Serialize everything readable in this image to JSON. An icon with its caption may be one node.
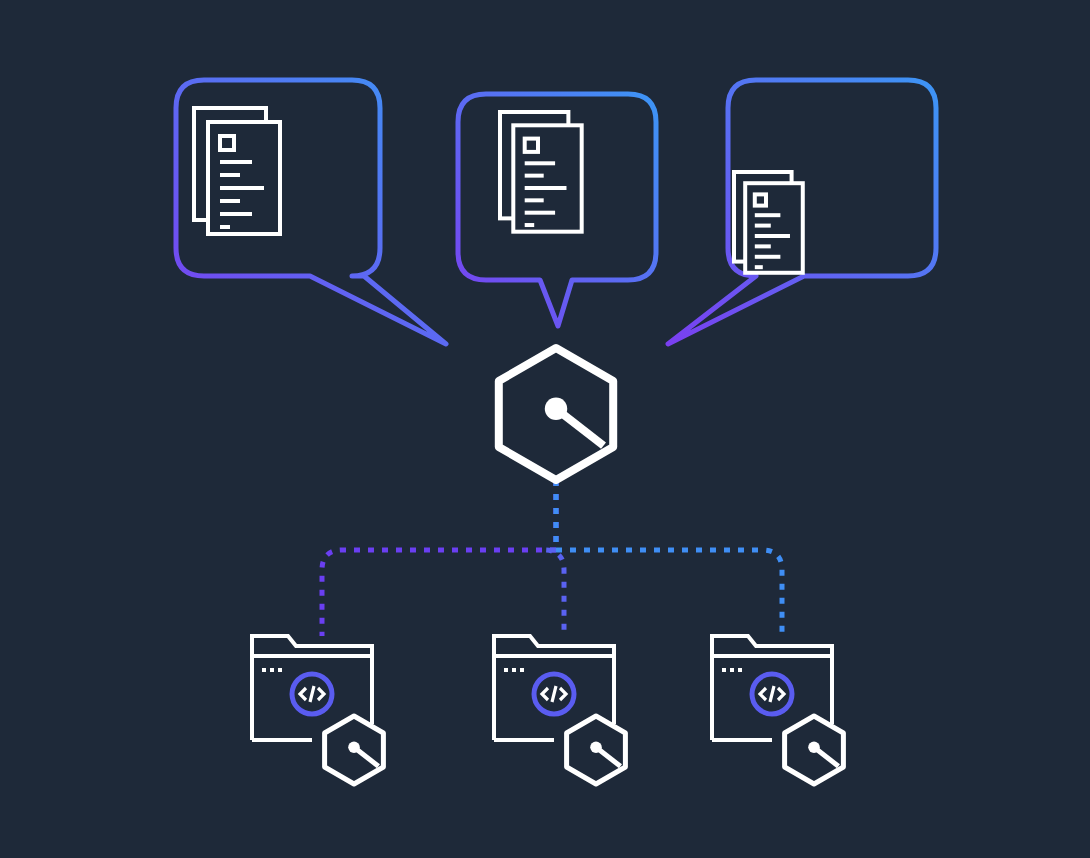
{
  "diagram": {
    "nodes": [
      {
        "text": [],
        "shape": "bubble"
      },
      {
        "text": [],
        "shape": "bubble"
      },
      {
        "text": [],
        "shape": "bubble"
      },
      {
        "text": [],
        "shape": "hexagon"
      },
      {
        "text": [],
        "shape": "window"
      },
      {
        "text": [],
        "shape": "window"
      },
      {
        "text": [],
        "shape": "window"
      }
    ],
    "edges": [
      {
        "from": 3,
        "to": 4,
        "arrow": "none",
        "style": "dashed",
        "color": "#6a3ff2"
      },
      {
        "from": 3,
        "to": 5,
        "arrow": "none",
        "style": "dashed",
        "color": "#5a62f2"
      },
      {
        "from": 3,
        "to": 6,
        "arrow": "none",
        "style": "dashed",
        "color": "#3f8ef5"
      }
    ]
  }
}
